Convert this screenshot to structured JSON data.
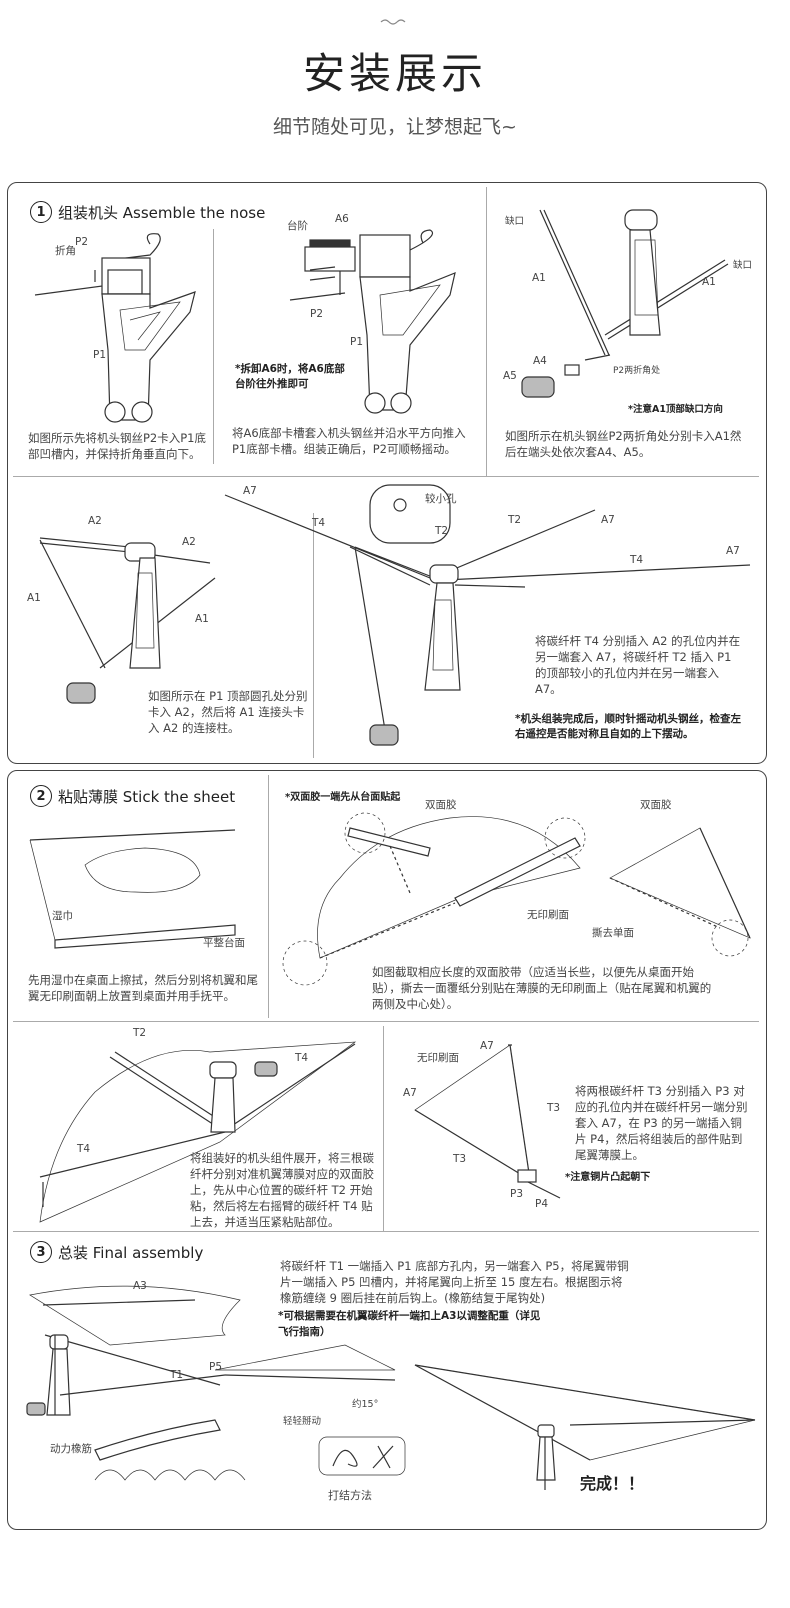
{
  "header": {
    "title": "安装展示",
    "subtitle": "细节随处可见，让梦想起飞~"
  },
  "section1": {
    "number": "1",
    "title": "组装机头 Assemble the nose",
    "step1": {
      "labels": {
        "p2": "P2",
        "angle": "折角",
        "p1": "P1"
      },
      "text": "如图所示先将机头钢丝P2卡入P1底部凹槽内，并保持折角垂直向下。"
    },
    "step2": {
      "labels": {
        "step": "台阶",
        "a6": "A6",
        "p2": "P2",
        "p1": "P1"
      },
      "note": "*拆卸A6时，将A6底部台阶往外推即可",
      "text": "将A6底部卡槽套入机头钢丝并沿水平方向推入P1底部卡槽。组装正确后，P2可顺畅摇动。"
    },
    "step3": {
      "labels": {
        "notch_left": "缺口",
        "notch_right": "缺口",
        "a1_left": "A1",
        "a1_right": "A1",
        "a4": "A4",
        "a5": "A5",
        "p2_angle": "P2两折角处"
      },
      "note": "*注意A1顶部缺口方向",
      "text": "如图所示在机头钢丝P2两折角处分别卡入A1然后在端头处依次套A4、A5。"
    },
    "step4": {
      "labels": {
        "a2_top": "A2",
        "a2_right": "A2",
        "a1_left": "A1",
        "a1_right": "A1"
      },
      "text": "如图所示在 P1 顶部圆孔处分别卡入 A2，然后将 A1 连接头卡入 A2 的连接柱。"
    },
    "step5": {
      "labels": {
        "a7_1": "A7",
        "t4_1": "T4",
        "small_hole": "较小孔",
        "t2_1": "T2",
        "t2_2": "T2",
        "a7_2": "A7",
        "t4_2": "T4",
        "a7_3": "A7"
      },
      "text": "将碳纤杆 T4 分别插入 A2 的孔位内并在另一端套入 A7，将碳纤杆 T2 插入 P1 的顶部较小的孔位内并在另一端套入 A7。",
      "note": "*机头组装完成后，顺时针摇动机头钢丝，检查左右遥控是否能对称且自如的上下摆动。"
    }
  },
  "section2": {
    "number": "2",
    "title": "粘贴薄膜 Stick the sheet",
    "step1": {
      "labels": {
        "towel": "湿巾",
        "table": "平整台面"
      },
      "text": "先用湿巾在桌面上擦拭，然后分别将机翼和尾翼无印刷面朝上放置到桌面并用手抚平。"
    },
    "step2": {
      "note": "*双面胶一端先从台面贴起",
      "labels": {
        "tape_1": "双面胶",
        "tape_2": "双面胶",
        "unprinted": "无印刷面",
        "peel": "撕去单面"
      },
      "text": "如图截取相应长度的双面胶带（应适当长些，以便先从桌面开始贴），撕去一面覆纸分别贴在薄膜的无印刷面上（贴在尾翼和机翼的两侧及中心处）。"
    },
    "step3": {
      "labels": {
        "t2": "T2",
        "t4_1": "T4",
        "t4_2": "T4"
      },
      "text": "将组装好的机头组件展开，将三根碳纤杆分别对准机翼薄膜对应的双面胶上，先从中心位置的碳纤杆 T2 开始粘，然后将左右摇臂的碳纤杆 T4 贴上去，并适当压紧粘贴部位。"
    },
    "step4": {
      "labels": {
        "unprinted": "无印刷面",
        "a7_1": "A7",
        "a7_2": "A7",
        "t3_1": "T3",
        "t3_2": "T3",
        "p3": "P3",
        "p4": "P4"
      },
      "text": "将两根碳纤杆 T3 分别插入 P3 对应的孔位内并在碳纤杆另一端分别套入 A7，在 P3 的另一端插入铜片 P4，然后将组装后的部件贴到尾翼薄膜上。",
      "note": "*注意铜片凸起朝下"
    }
  },
  "section3": {
    "number": "3",
    "title": "总装 Final assembly",
    "text": "将碳纤杆 T1 一端插入 P1 底部方孔内，另一端套入 P5，将尾翼带铜片一端插入 P5 凹槽内，并将尾翼向上折至 15 度左右。根据图示将橡筋缠绕 9 圈后挂在前后钩上。(橡筋结复于尾钩处)",
    "note": "*可根据需要在机翼碳纤杆一端扣上A3以调整配重（详见飞行指南）",
    "labels": {
      "a3": "A3",
      "t1": "T1",
      "p5": "P5",
      "angle": "约15°",
      "gentle": "轻轻掰动",
      "rubber": "动力橡筋",
      "knot": "打结方法"
    },
    "done": "完成！！"
  }
}
